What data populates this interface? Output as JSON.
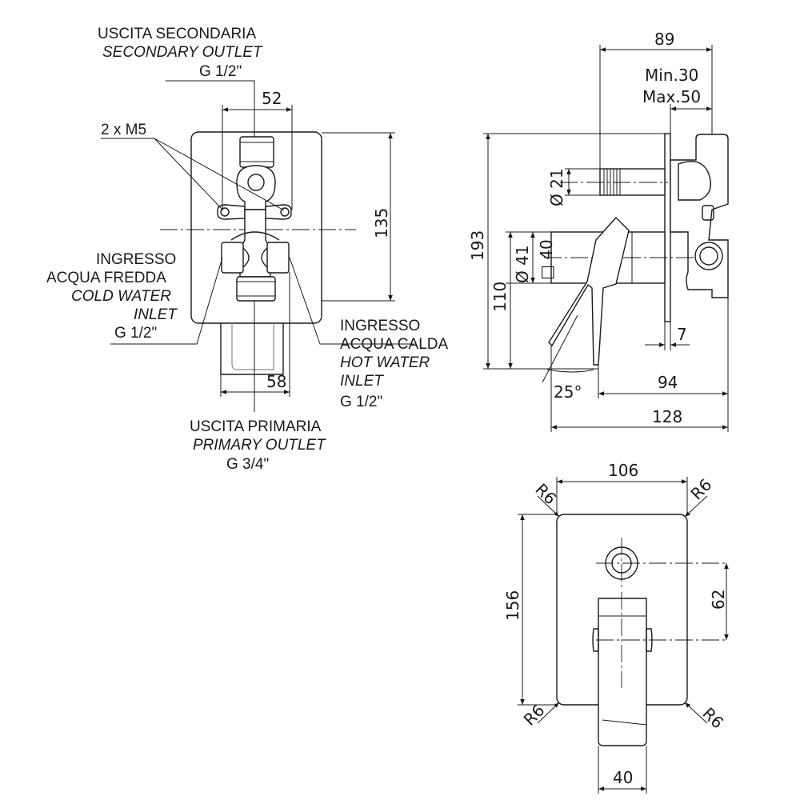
{
  "front_view": {
    "secondary_outlet": {
      "it": "USCITA SECONDARIA",
      "en": "SECONDARY OUTLET",
      "thread": "G 1/2\""
    },
    "screws": "2 x M5",
    "dim_width_top": "52",
    "dim_height": "135",
    "cold_inlet": {
      "it1": "INGRESSO",
      "it2": "ACQUA FREDDA",
      "en1": "COLD WATER",
      "en2": "INLET",
      "thread": "G 1/2\""
    },
    "hot_inlet": {
      "it1": "INGRESSO",
      "it2": "ACQUA CALDA",
      "en1": "HOT WATER",
      "en2": "INLET",
      "thread": "G 1/2\""
    },
    "dim_width_bottom": "58",
    "primary_outlet": {
      "it": "USCITA PRIMARIA",
      "en": "PRIMARY OUTLET",
      "thread": "G 3/4\""
    }
  },
  "side_view": {
    "dim_top": "89",
    "depth_min": "Min.30",
    "depth_max": "Max.50",
    "dim_diameter_21": "Ø 21",
    "dim_total_height": "193",
    "dim_diameter_41": "Ø 41",
    "dim_square_40": "□ 40",
    "dim_110": "110",
    "dim_7": "7",
    "dim_angle": "25°",
    "dim_94": "94",
    "dim_128": "128"
  },
  "plate_view": {
    "dim_width": "106",
    "radius_tl": "R6",
    "radius_tr": "R6",
    "radius_bl": "R6",
    "radius_br": "R6",
    "dim_height": "156",
    "dim_62": "62",
    "dim_handle_width": "40"
  }
}
